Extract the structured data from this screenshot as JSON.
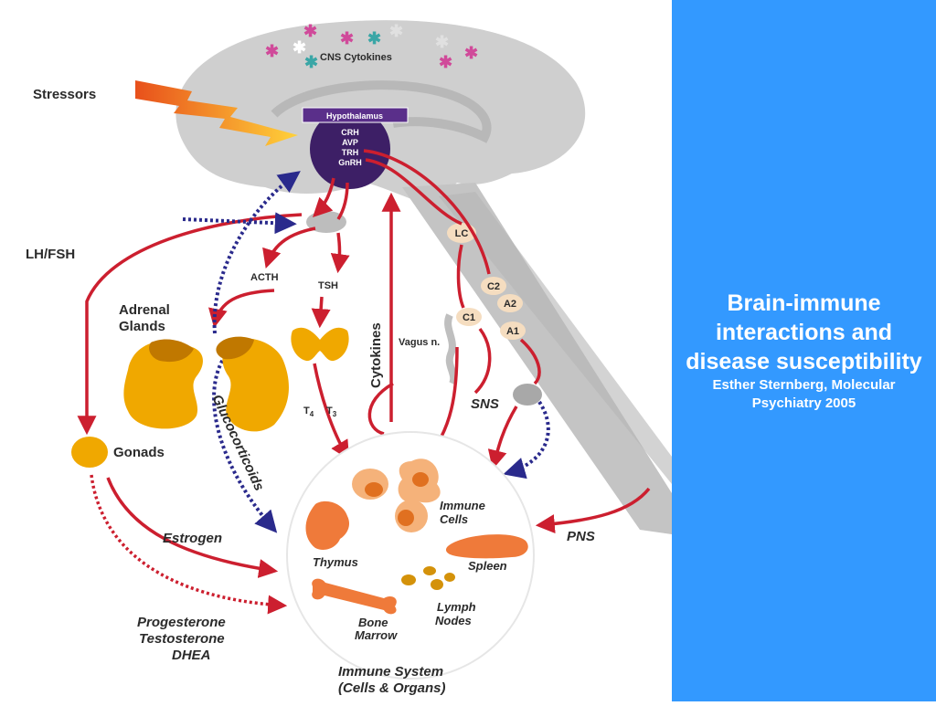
{
  "side_panel": {
    "title": "Brain-immune interactions and disease susceptibility",
    "citation": "Esther Sternberg, Molecular Psychiatry 2005"
  },
  "diagram": {
    "cns_cytokines": "CNS Cytokines",
    "stressors": "Stressors",
    "hypothalamus": {
      "title": "Hypothalamus",
      "hormones": [
        "CRH",
        "AVP",
        "TRH",
        "GnRH"
      ]
    },
    "lh_fsh": "LH/FSH",
    "acth": "ACTH",
    "tsh": "TSH",
    "adrenal_glands": [
      "Adrenal",
      "Glands"
    ],
    "gonads": "Gonads",
    "t4": "T",
    "t4_sub": "4",
    "t3": "T",
    "t3_sub": "3",
    "glucocorticoids": "Glucocorticoids",
    "cytokines": "Cytokines",
    "vagus": "Vagus n.",
    "lc": "LC",
    "c2": "C2",
    "a2": "A2",
    "c1": "C1",
    "a1": "A1",
    "sns": "SNS",
    "pns": "PNS",
    "estrogen": "Estrogen",
    "progesterone": [
      "Progesterone",
      "Testosterone",
      "DHEA"
    ],
    "immune_cells": [
      "Immune",
      "Cells"
    ],
    "thymus": "Thymus",
    "spleen": "Spleen",
    "lymph_nodes": [
      "Lymph",
      "Nodes"
    ],
    "bone_marrow": [
      "Bone",
      "Marrow"
    ],
    "immune_system": [
      "Immune System",
      "(Cells & Organs)"
    ]
  },
  "colors": {
    "panel": "#3399ff",
    "arrow_red": "#cc1f2f",
    "arrow_navy": "#2a2a8c",
    "brain": "#cfcfcf",
    "organ_orange": "#f0a800",
    "hypothalamus": "#3d1f66"
  }
}
